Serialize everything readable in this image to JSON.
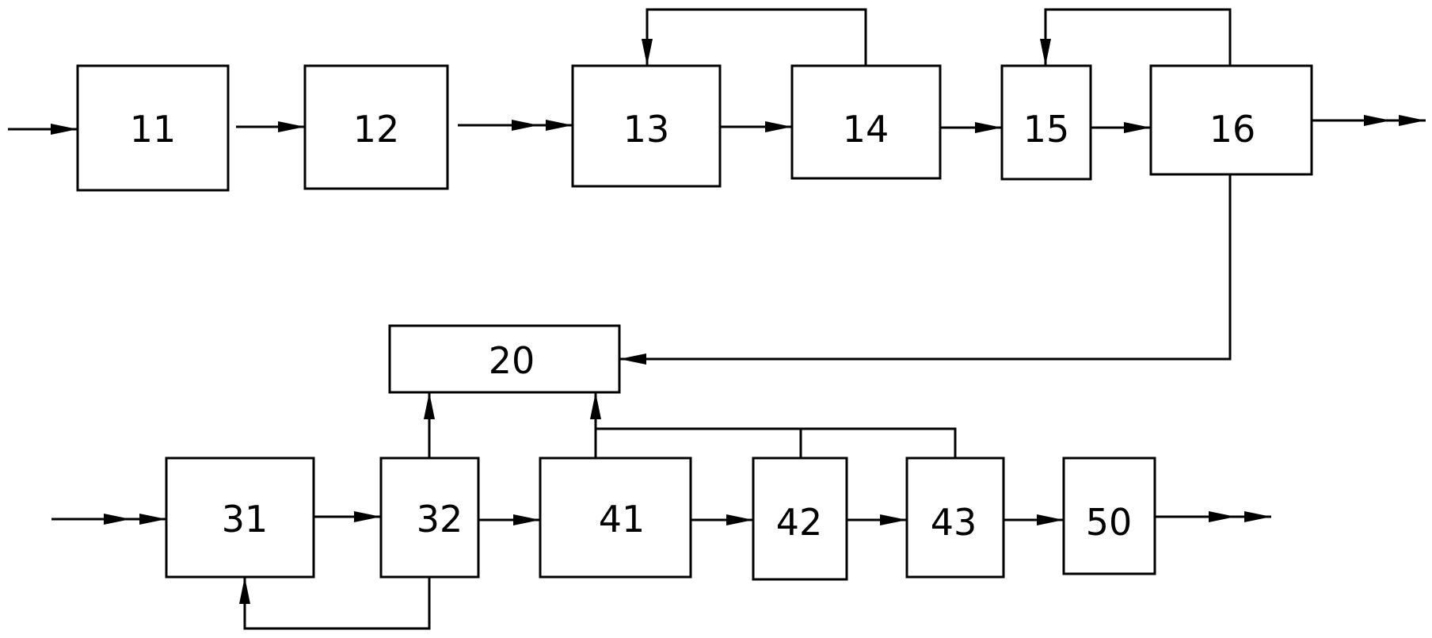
{
  "diagram": {
    "blocks": {
      "b11": "11",
      "b12": "12",
      "b13": "13",
      "b14": "14",
      "b15": "15",
      "b16": "16",
      "b20": "20",
      "b31": "31",
      "b32": "32",
      "b41": "41",
      "b42": "42",
      "b43": "43",
      "b50": "50"
    },
    "line_color": "#000000",
    "background_color": "#ffffff"
  }
}
